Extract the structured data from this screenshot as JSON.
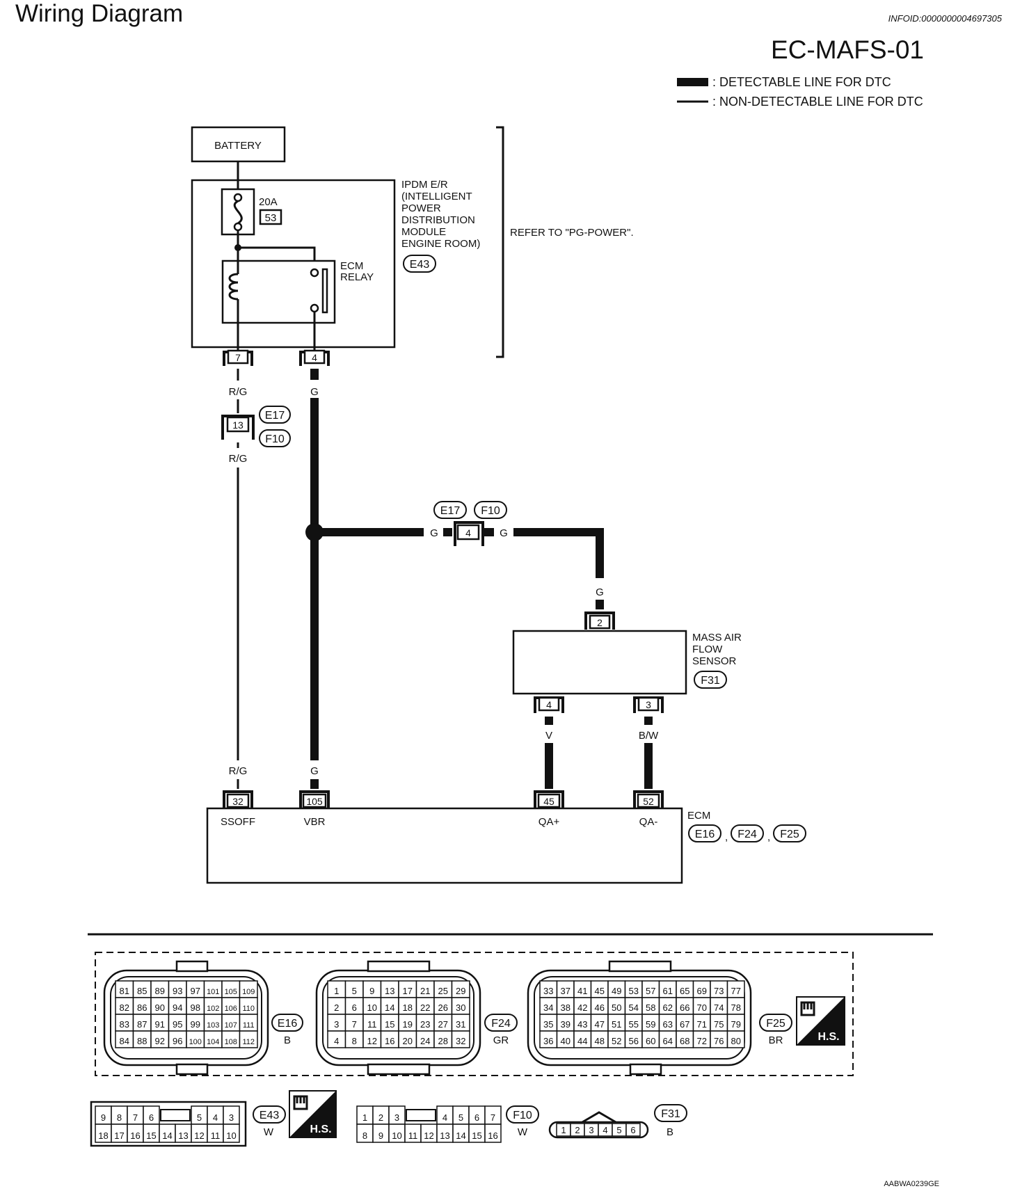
{
  "header": {
    "title": "Wiring Diagram",
    "info_id": "INFOID:0000000004697305",
    "diagram_code": "EC-MAFS-01"
  },
  "legend": {
    "detectable": ": DETECTABLE LINE FOR DTC",
    "non_detectable": ": NON-DETECTABLE LINE FOR DTC"
  },
  "battery": "BATTERY",
  "ipdm": {
    "lines": [
      "IPDM E/R",
      "(INTELLIGENT",
      "POWER",
      "DISTRIBUTION",
      "MODULE",
      "ENGINE ROOM)"
    ],
    "connector": "E43",
    "fuse_rating": "20A",
    "fuse_number": "53",
    "relay_lines": [
      "ECM",
      "RELAY"
    ],
    "refer": "REFER TO \"PG-POWER\".",
    "pin_left": "7",
    "pin_right": "4"
  },
  "wires": {
    "rg": "R/G",
    "g": "G",
    "v": "V",
    "bw": "B/W"
  },
  "joint_left": {
    "pin": "13",
    "conn_top": "E17",
    "conn_bottom": "F10"
  },
  "joint_mid": {
    "pin": "4",
    "conn_left": "E17",
    "conn_right": "F10"
  },
  "maf": {
    "lines": [
      "MASS AIR",
      "FLOW",
      "SENSOR"
    ],
    "connector": "F31",
    "pin_top": "2",
    "pin_left": "4",
    "pin_right": "3"
  },
  "ecm": {
    "name": "ECM",
    "connectors": [
      "E16",
      "F24",
      "F25"
    ],
    "sep": ",",
    "pins": [
      "32",
      "105",
      "45",
      "52"
    ],
    "terminals": [
      "SSOFF",
      "VBR",
      "QA+",
      "QA-"
    ]
  },
  "connectors": {
    "e16": {
      "id": "E16",
      "color": "B",
      "rows": [
        [
          "81",
          "85",
          "89",
          "93",
          "97",
          "101",
          "105",
          "109"
        ],
        [
          "82",
          "86",
          "90",
          "94",
          "98",
          "102",
          "106",
          "110"
        ],
        [
          "83",
          "87",
          "91",
          "95",
          "99",
          "103",
          "107",
          "111"
        ],
        [
          "84",
          "88",
          "92",
          "96",
          "100",
          "104",
          "108",
          "112"
        ]
      ]
    },
    "f24": {
      "id": "F24",
      "color": "GR",
      "rows": [
        [
          "1",
          "5",
          "9",
          "13",
          "17",
          "21",
          "25",
          "29"
        ],
        [
          "2",
          "6",
          "10",
          "14",
          "18",
          "22",
          "26",
          "30"
        ],
        [
          "3",
          "7",
          "11",
          "15",
          "19",
          "23",
          "27",
          "31"
        ],
        [
          "4",
          "8",
          "12",
          "16",
          "20",
          "24",
          "28",
          "32"
        ]
      ]
    },
    "f25": {
      "id": "F25",
      "color": "BR",
      "rows": [
        [
          "33",
          "37",
          "41",
          "45",
          "49",
          "53",
          "57",
          "61",
          "65",
          "69",
          "73",
          "77"
        ],
        [
          "34",
          "38",
          "42",
          "46",
          "50",
          "54",
          "58",
          "62",
          "66",
          "70",
          "74",
          "78"
        ],
        [
          "35",
          "39",
          "43",
          "47",
          "51",
          "55",
          "59",
          "63",
          "67",
          "71",
          "75",
          "79"
        ],
        [
          "36",
          "40",
          "44",
          "48",
          "52",
          "56",
          "60",
          "64",
          "68",
          "72",
          "76",
          "80"
        ]
      ]
    },
    "e43": {
      "id": "E43",
      "color": "W",
      "rows": [
        [
          "9",
          "8",
          "7",
          "6",
          "",
          "5",
          "4",
          "3"
        ],
        [
          "18",
          "17",
          "16",
          "15",
          "14",
          "13",
          "12",
          "11",
          "10"
        ]
      ]
    },
    "f10": {
      "id": "F10",
      "color": "W",
      "rows": [
        [
          "1",
          "2",
          "3",
          "",
          "4",
          "5",
          "6",
          "7"
        ],
        [
          "8",
          "9",
          "10",
          "11",
          "12",
          "13",
          "14",
          "15",
          "16"
        ]
      ]
    },
    "f31": {
      "id": "F31",
      "color": "B",
      "pins": [
        "1",
        "2",
        "3",
        "4",
        "5",
        "6"
      ]
    },
    "hs": "H.S."
  },
  "footer_code": "AABWA0239GE"
}
